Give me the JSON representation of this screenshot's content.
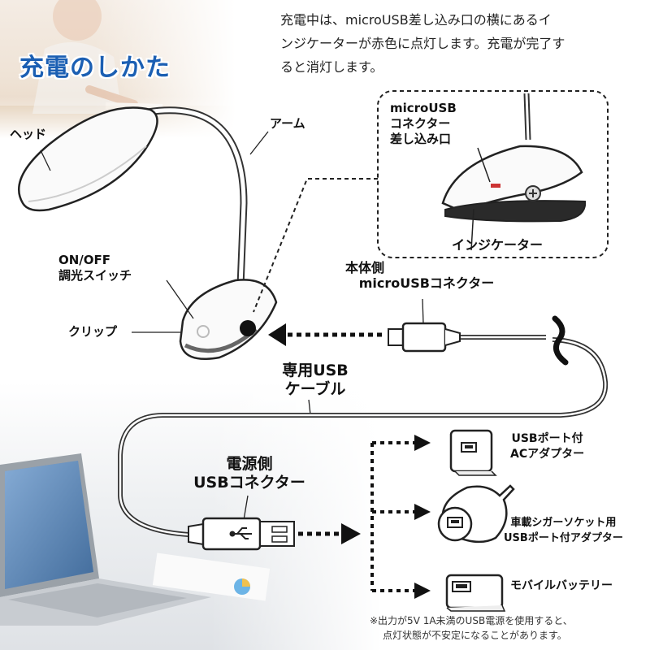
{
  "title": "充電のしかた",
  "intro_lines": [
    "充電中は、microUSB差し込み口の横にあるイ",
    "ンジケーターが赤色に点灯します。充電が完了す",
    "ると消灯します。"
  ],
  "labels": {
    "head": "ヘッド",
    "arm": "アーム",
    "switch_line1": "ON/OFF",
    "switch_line2": "調光スイッチ",
    "clip": "クリップ",
    "inset_port_line1": "microUSB",
    "inset_port_line2": "コネクター",
    "inset_port_line3": "差し込み口",
    "indicator": "インジケーター",
    "body_side_line1": "本体側",
    "body_side_line2": "microUSBコネクター",
    "cable_line1": "専用USB",
    "cable_line2": "ケーブル",
    "power_side_line1": "電源側",
    "power_side_line2": "USBコネクター",
    "ac_line1": "USBポート付",
    "ac_line2": "ACアダプター",
    "car_line1": "車載シガーソケット用",
    "car_line2": "USBポート付アダプター",
    "battery": "モバイルバッテリー"
  },
  "footnote_lines": [
    "※出力が5V  1A未満のUSB電源を使用すると、",
    "点灯状態が不安定になることがあります。"
  ],
  "colors": {
    "title": "#1b5fb3",
    "line": "#222222"
  }
}
